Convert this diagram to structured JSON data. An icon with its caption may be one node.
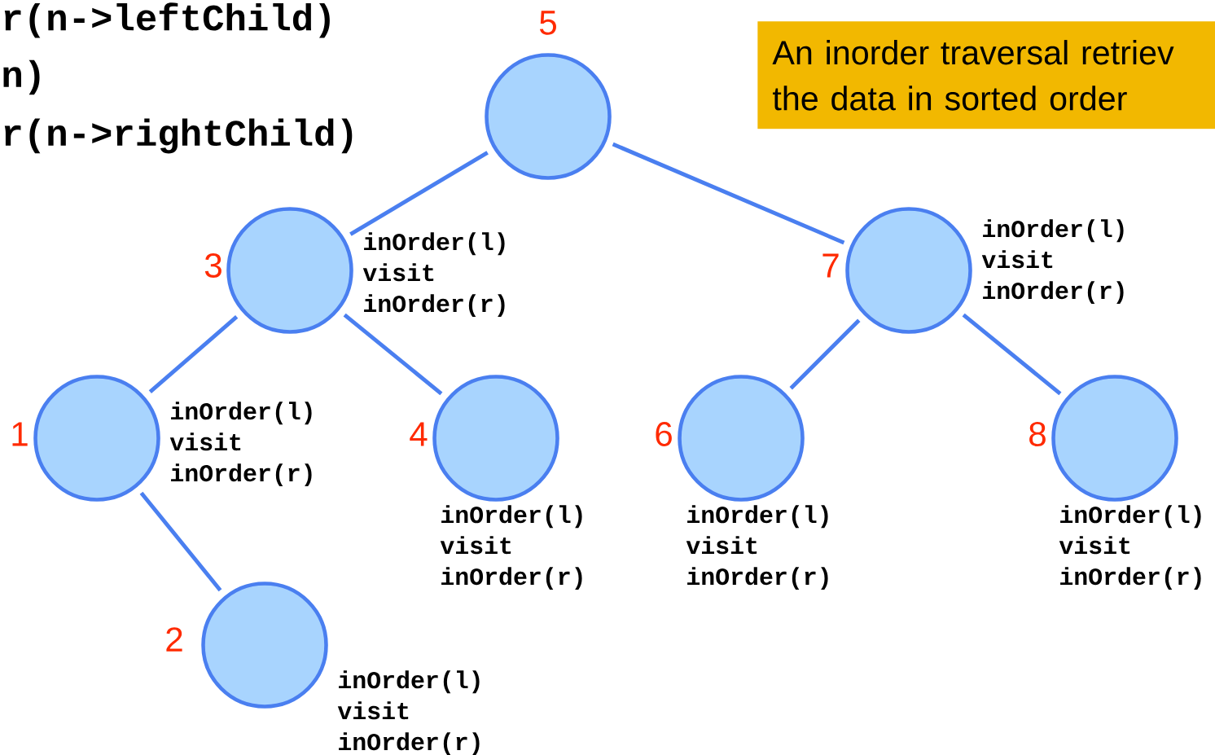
{
  "diagram": {
    "nodes": [
      {
        "text": [],
        "shape": "circle",
        "beside": [
          "5"
        ]
      },
      {
        "text": [
          "An inorder traversal retriev the data in sorted order"
        ]
      },
      {
        "text": [],
        "shape": "circle",
        "beside": [
          "3",
          "inOrder(l) visit inOrder(r)"
        ]
      },
      {
        "text": [],
        "shape": "circle",
        "beside": [
          "7",
          "inOrder(l) visit inOrder(r)"
        ]
      },
      {
        "text": [],
        "shape": "circle",
        "beside": [
          "1",
          "inOrder(l) visit inOrder(r)"
        ]
      },
      {
        "text": [],
        "shape": "circle",
        "beside": [
          "4",
          "inOrder(l) visit inOrder(r)"
        ]
      },
      {
        "text": [],
        "shape": "circle",
        "beside": [
          "6",
          "inOrder(l) visit inOrder(r)"
        ]
      },
      {
        "text": [],
        "shape": "circle",
        "beside": [
          "8",
          "inOrder(l) visit inOrder(r)"
        ]
      },
      {
        "text": [],
        "shape": "circle",
        "beside": [
          "2",
          "inOrder(l) visit inOrder(r)"
        ]
      }
    ],
    "edges": [
      {
        "from": 0,
        "to": 2,
        "arrow": "none"
      },
      {
        "from": 0,
        "to": 3,
        "arrow": "none"
      },
      {
        "from": 2,
        "to": 4,
        "arrow": "none"
      },
      {
        "from": 2,
        "to": 5,
        "arrow": "none"
      },
      {
        "from": 3,
        "to": 6,
        "arrow": "none"
      },
      {
        "from": 3,
        "to": 7,
        "arrow": "none"
      },
      {
        "from": 4,
        "to": 8,
        "arrow": "none"
      }
    ],
    "labels": [
      "r(n->leftChild)",
      "n)",
      "r(n->rightChild)"
    ]
  }
}
